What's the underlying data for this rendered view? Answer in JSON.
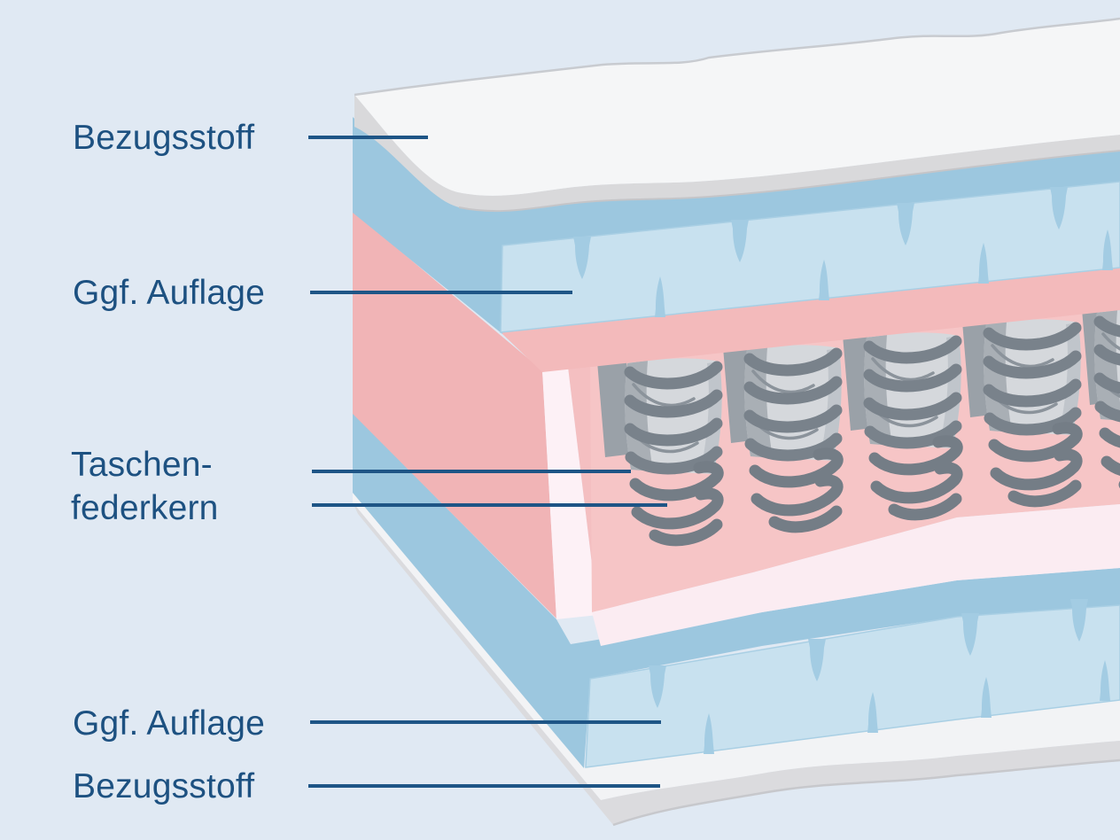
{
  "diagram": {
    "type": "mattress cross-section cutaway illustration",
    "labels": {
      "top_cover": "Bezugsstoff",
      "top_topper": "Ggf. Auflage",
      "core_line1": "Taschen-",
      "core_line2": "federkern",
      "bottom_topper": "Ggf. Auflage",
      "bottom_cover": "Bezugsstoff"
    },
    "layers_depicted": [
      "Bezugsstoff",
      "Ggf. Auflage",
      "Taschenfederkern",
      "Ggf. Auflage",
      "Bezugsstoff"
    ],
    "colors": {
      "background": "#e0e9f3",
      "label_text": "#1d5181",
      "leader_line": "#1e5586",
      "cover_white": "#f5f6f7",
      "cover_gray_edge": "#d9d9db",
      "topper_blue": "#9cc7df",
      "topper_quilted_blue": "#c8e1ef",
      "quilt_notch_blue": "#a3cce3",
      "frame_pink": "#f1b4b6",
      "frame_top_pink": "#f3babb",
      "interior_pink": "#f6c5c6",
      "cut_edge_white": "#fdf1f6",
      "floor_edge_white": "#fbecf2",
      "spring_pocket_gray": "#d5d8dc",
      "spring_pocket_shadow": "#a9afb5",
      "spring_gap_gray": "#9aa1a8",
      "spring_coil_gray": "#78818a"
    }
  }
}
